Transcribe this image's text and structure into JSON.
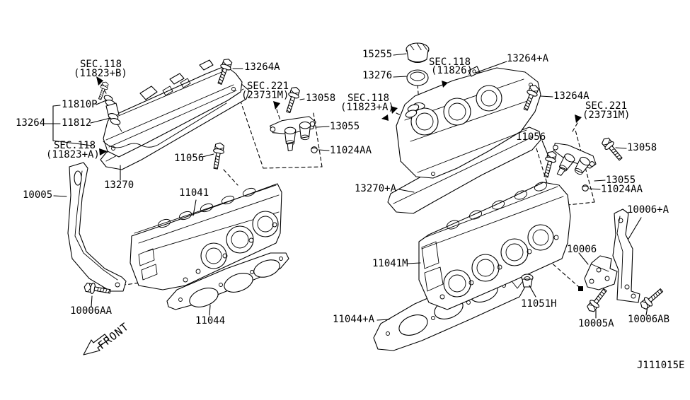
{
  "diagram": {
    "type": "parts-exploded-diagram",
    "subject": "cylinder head and rocker cover assemblies (two banks)",
    "code": "J111015E",
    "front_indicator": "FRONT",
    "line_color": "#000000",
    "background_color": "#ffffff"
  },
  "labels": [
    {
      "id": "sec118-b-line1",
      "text": "SEC.118"
    },
    {
      "id": "sec118-b-line2",
      "text": "(11823+B)"
    },
    {
      "id": "13264a-left",
      "text": "13264A"
    },
    {
      "id": "sec221-left-line1",
      "text": "SEC.221"
    },
    {
      "id": "sec221-left-line2",
      "text": "(23731M)"
    },
    {
      "id": "13058-left",
      "text": "13058"
    },
    {
      "id": "sec118-a-mid-line1",
      "text": "SEC.118"
    },
    {
      "id": "sec118-a-mid-line2",
      "text": "(11823+A)"
    },
    {
      "id": "11810p",
      "text": "11810P"
    },
    {
      "id": "13264",
      "text": "13264"
    },
    {
      "id": "11812",
      "text": "11812"
    },
    {
      "id": "sec118-a-left-line1",
      "text": "SEC.118"
    },
    {
      "id": "sec118-a-left-line2",
      "text": "(11823+A)"
    },
    {
      "id": "13055-left",
      "text": "13055"
    },
    {
      "id": "11024aa-left",
      "text": "11024AA"
    },
    {
      "id": "11056-left",
      "text": "11056"
    },
    {
      "id": "13270",
      "text": "13270"
    },
    {
      "id": "10005",
      "text": "10005"
    },
    {
      "id": "11041",
      "text": "11041"
    },
    {
      "id": "10006aa",
      "text": "10006AA"
    },
    {
      "id": "11044",
      "text": "11044"
    },
    {
      "id": "front",
      "text": "FRONT"
    },
    {
      "id": "15255",
      "text": "15255"
    },
    {
      "id": "sec118-11826-line1",
      "text": "SEC.118"
    },
    {
      "id": "sec118-11826-line2",
      "text": "(11826)"
    },
    {
      "id": "13264pa",
      "text": "13264+A"
    },
    {
      "id": "13276",
      "text": "13276"
    },
    {
      "id": "13264a-right",
      "text": "13264A"
    },
    {
      "id": "sec221-right-line1",
      "text": "SEC.221"
    },
    {
      "id": "sec221-right-line2",
      "text": "(23731M)"
    },
    {
      "id": "11056-right",
      "text": "11056"
    },
    {
      "id": "13058-right",
      "text": "13058"
    },
    {
      "id": "13055-right",
      "text": "13055"
    },
    {
      "id": "11024aa-right",
      "text": "11024AA"
    },
    {
      "id": "13270pa",
      "text": "13270+A"
    },
    {
      "id": "10006pa",
      "text": "10006+A"
    },
    {
      "id": "10006",
      "text": "10006"
    },
    {
      "id": "11041m",
      "text": "11041M"
    },
    {
      "id": "11051h",
      "text": "11051H"
    },
    {
      "id": "11044pa",
      "text": "11044+A"
    },
    {
      "id": "10005a",
      "text": "10005A"
    },
    {
      "id": "10006ab",
      "text": "10006AB"
    },
    {
      "id": "diagram-code",
      "text": "J111015E"
    }
  ]
}
